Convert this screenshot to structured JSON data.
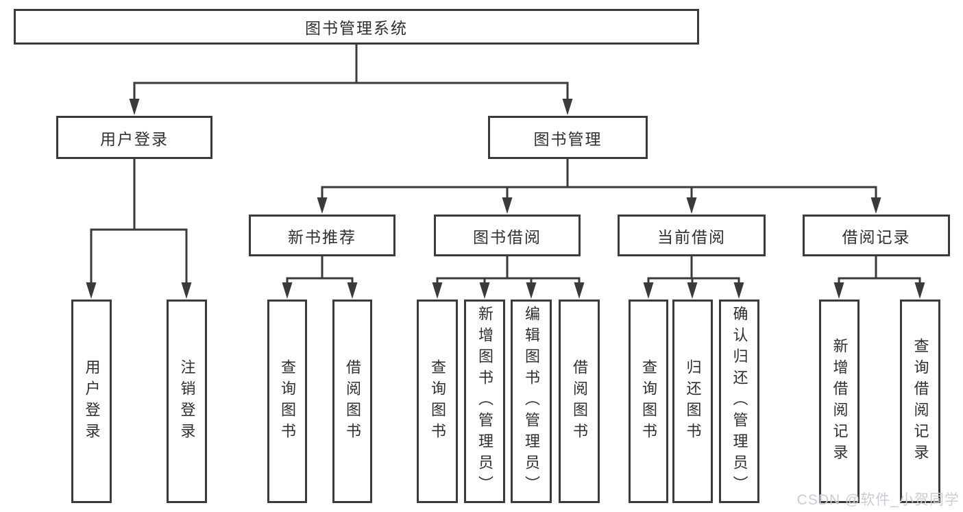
{
  "diagram": {
    "root": "图书管理系统",
    "level2": {
      "userLogin": "用户登录",
      "bookManagement": "图书管理"
    },
    "level3": {
      "newBookRecommend": "新书推荐",
      "bookBorrow": "图书借阅",
      "currentBorrow": "当前借阅",
      "borrowRecord": "借阅记录"
    },
    "leaves": {
      "userLogin": [
        "用户登录",
        "注销登录"
      ],
      "newBookRecommend": [
        "查询图书",
        "借阅图书"
      ],
      "bookBorrow": [
        "查询图书",
        "新增图书（管理员）",
        "编辑图书（管理员）",
        "借阅图书"
      ],
      "currentBorrow": [
        "查询图书",
        "归还图书",
        "确认归还（管理员）"
      ],
      "borrowRecord": [
        "新增借阅记录",
        "查询借阅记录"
      ]
    }
  },
  "watermark": "CSDN @软件_小贺同学",
  "colors": {
    "line": "#3a3a3a",
    "boxBorder": "#3a3a3a",
    "boxBackground": "#ffffff",
    "text": "#2f2f2f",
    "watermark": "#c9ccd1",
    "background": "#ffffff"
  }
}
